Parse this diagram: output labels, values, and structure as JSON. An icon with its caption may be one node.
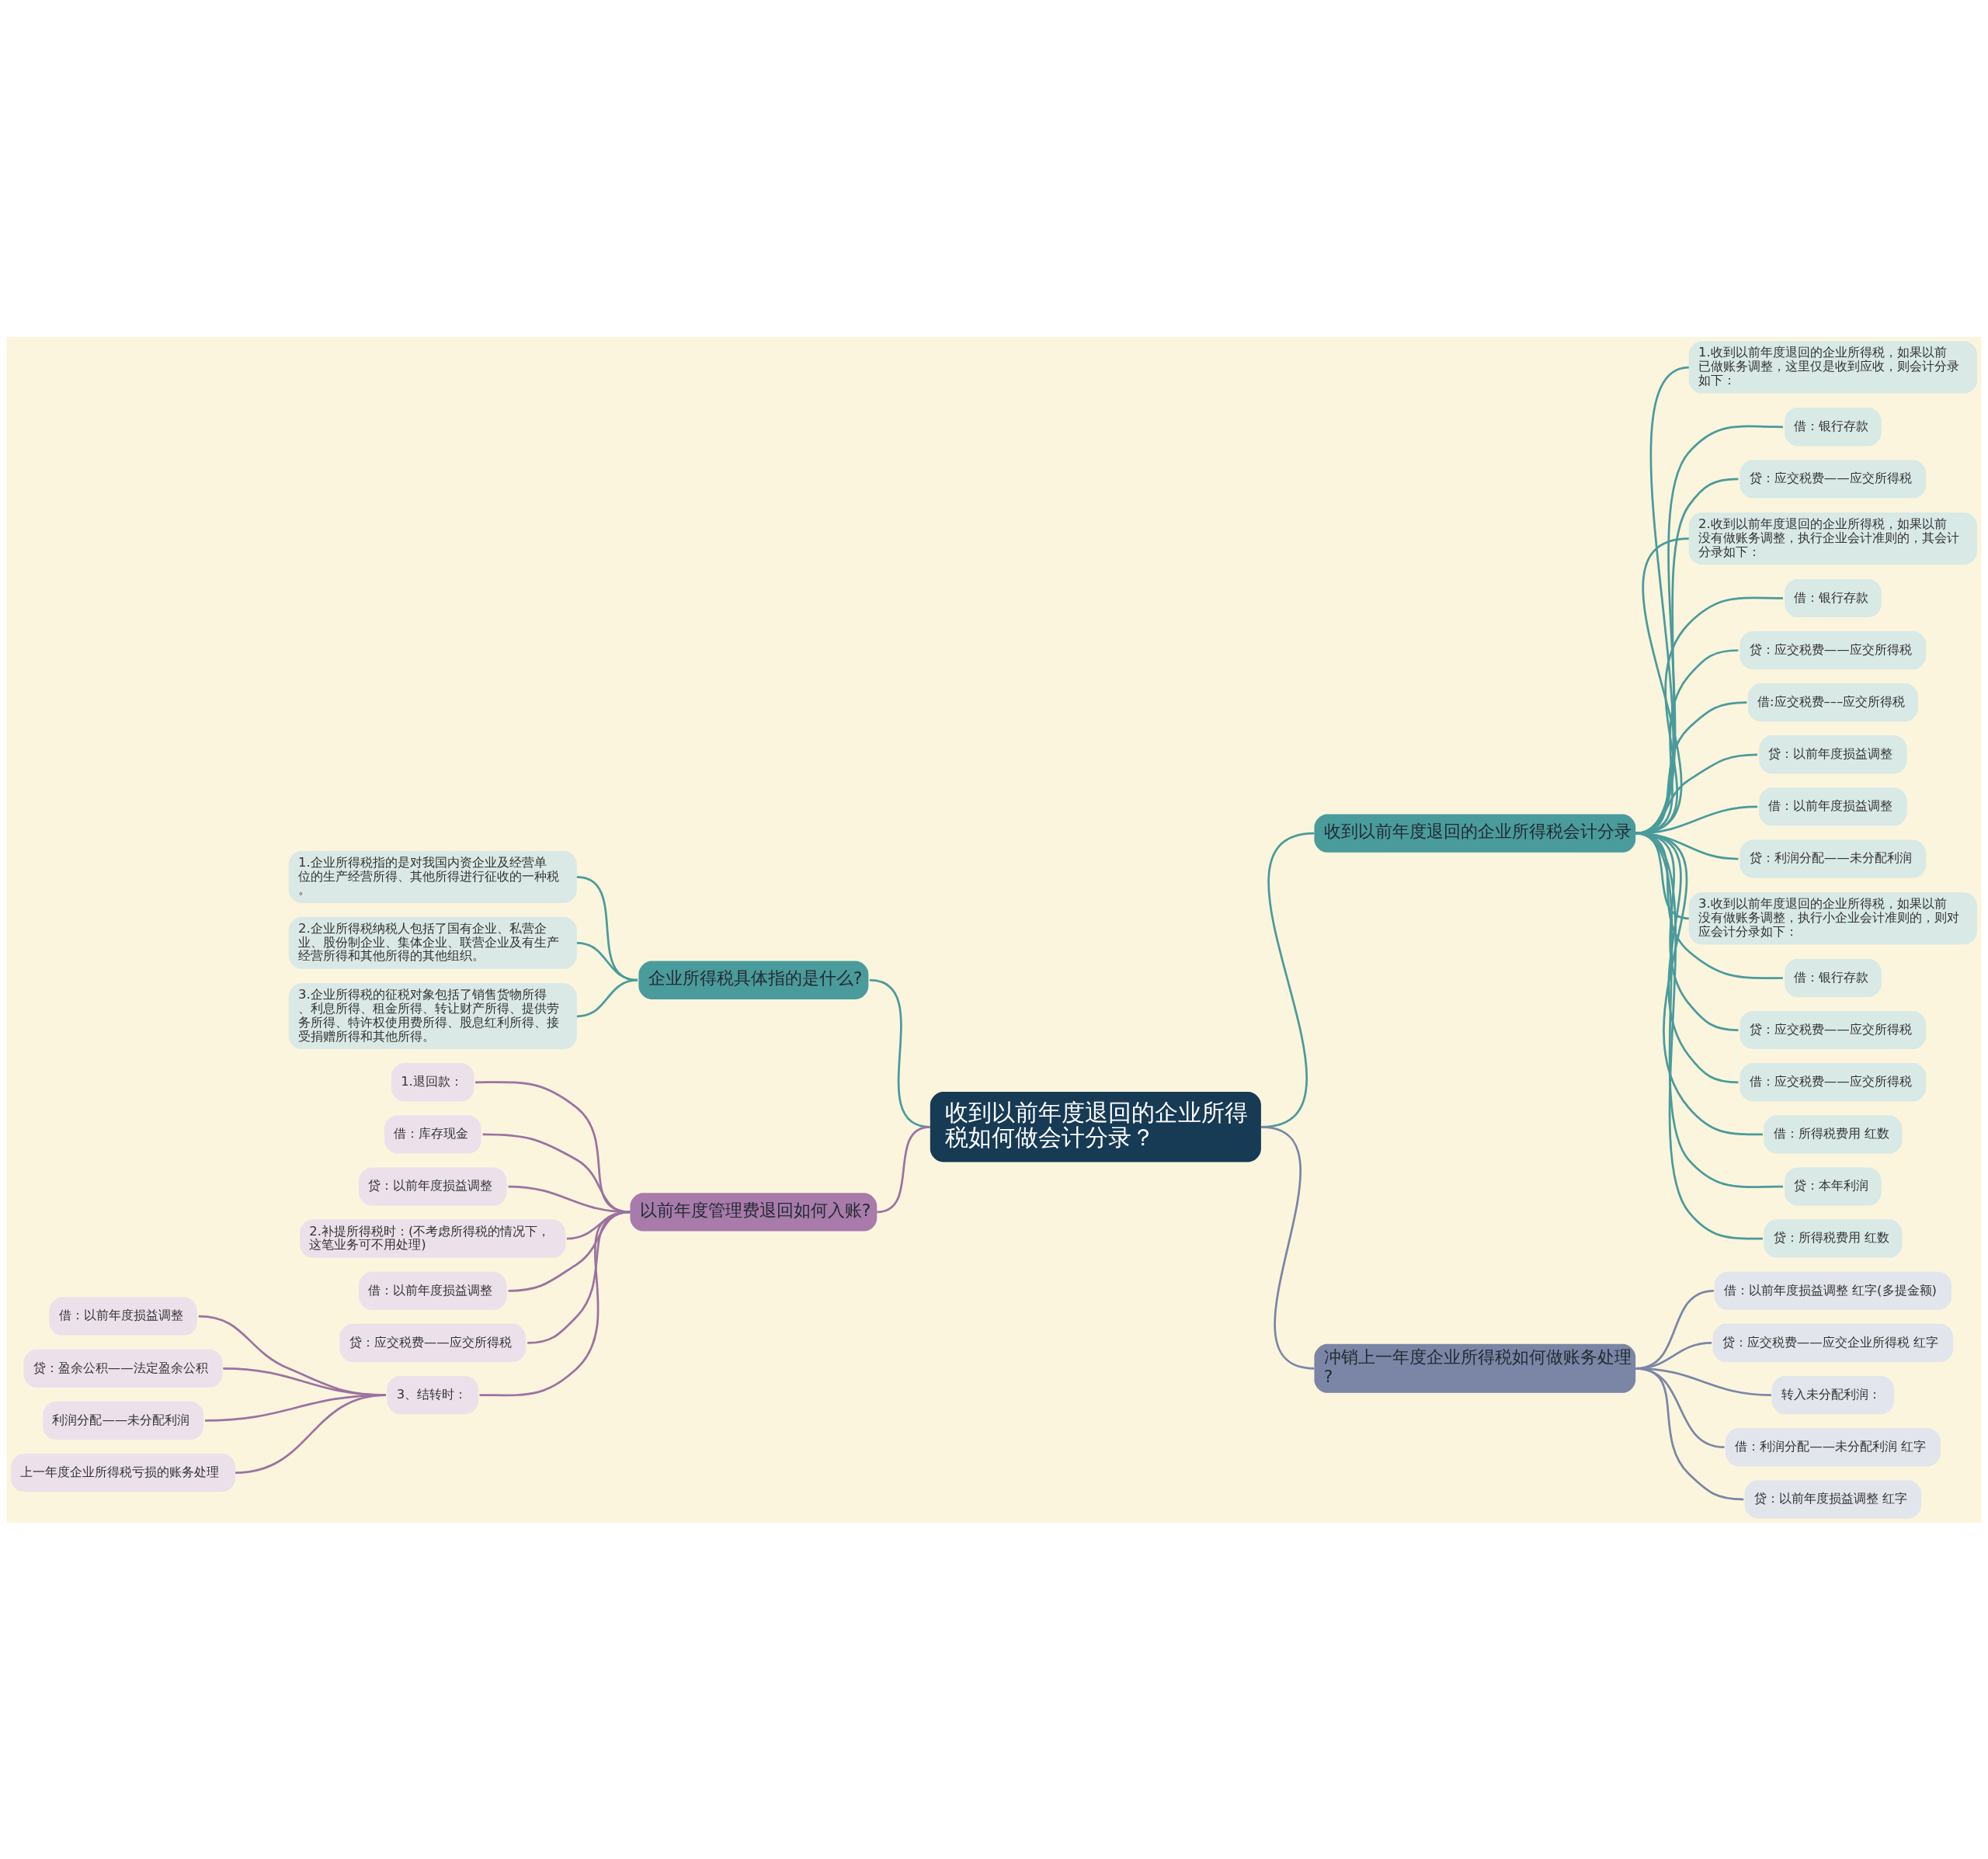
{
  "diagram": {
    "nodes": [
      {
        "text": [
          "收到以前年度退回的企业所得税如何做会计分录？"
        ]
      },
      {
        "text": [
          "企业所得税具体指的是什么?"
        ]
      },
      {
        "text": [
          "1.企业所得税指的是对我国内资企业及经营单位的生产经营所得、其他所得进行征收的一种税。"
        ]
      },
      {
        "text": [
          "2.企业所得税纳税人包括了国有企业、私营企业、股份制企业、集体企业、联营企业及有生产经营所得和其他所得的其他组织。"
        ]
      },
      {
        "text": [
          "3.企业所得税的征税对象包括了销售货物所得、利息所得、租金所得、转让财产所得、提供劳务所得、特许权使用费所得、股息红利所得、接受捐赠所得和其他所得。"
        ]
      },
      {
        "text": [
          "以前年度管理费退回如何入账?"
        ]
      },
      {
        "text": [
          "1.退回款："
        ]
      },
      {
        "text": [
          "借：库存现金"
        ]
      },
      {
        "text": [
          "贷：以前年度损益调整"
        ]
      },
      {
        "text": [
          "2.补提所得税时：(不考虑所得税的情况下，这笔业务可不用处理)"
        ]
      },
      {
        "text": [
          "借：以前年度损益调整"
        ]
      },
      {
        "text": [
          "贷：应交税费——应交所得税"
        ]
      },
      {
        "text": [
          "3、结转时："
        ]
      },
      {
        "text": [
          "借：以前年度损益调整"
        ]
      },
      {
        "text": [
          "贷：盈余公积——法定盈余公积"
        ]
      },
      {
        "text": [
          "利润分配——未分配利润"
        ]
      },
      {
        "text": [
          "上一年度企业所得税亏损的账务处理"
        ]
      },
      {
        "text": [
          "收到以前年度退回的企业所得税会计分录"
        ]
      },
      {
        "text": [
          "1.收到以前年度退回的企业所得税，如果以前已做账务调整，这里仅是收到应收，则会计分录如下："
        ]
      },
      {
        "text": [
          "借：银行存款"
        ]
      },
      {
        "text": [
          "贷：应交税费——应交所得税"
        ]
      },
      {
        "text": [
          "2.收到以前年度退回的企业所得税，如果以前没有做账务调整，执行企业会计准则的，其会计分录如下："
        ]
      },
      {
        "text": [
          "借：银行存款"
        ]
      },
      {
        "text": [
          "贷：应交税费——应交所得税"
        ]
      },
      {
        "text": [
          "借:应交税费–––应交所得税"
        ]
      },
      {
        "text": [
          "贷：以前年度损益调整"
        ]
      },
      {
        "text": [
          "借：以前年度损益调整"
        ]
      },
      {
        "text": [
          "贷：利润分配——未分配利润"
        ]
      },
      {
        "text": [
          "3.收到以前年度退回的企业所得税，如果以前没有做账务调整，执行小企业会计准则的，则对应会计分录如下："
        ]
      },
      {
        "text": [
          "借：银行存款"
        ]
      },
      {
        "text": [
          "贷：应交税费——应交所得税"
        ]
      },
      {
        "text": [
          "借：应交税费——应交所得税"
        ]
      },
      {
        "text": [
          "借：所得税费用 红数"
        ]
      },
      {
        "text": [
          "贷：本年利润"
        ]
      },
      {
        "text": [
          "贷：所得税费用 红数"
        ]
      },
      {
        "text": [
          "冲销上一年度企业所得税如何做账务处理?"
        ]
      },
      {
        "text": [
          "借：以前年度损益调整 红字(多提金额)"
        ]
      },
      {
        "text": [
          "贷：应交税费——应交企业所得税 红字"
        ]
      },
      {
        "text": [
          "转入未分配利润："
        ]
      },
      {
        "text": [
          "借：利润分配——未分配利润 红字"
        ]
      },
      {
        "text": [
          "贷：以前年度损益调整 红字"
        ]
      }
    ],
    "edges": [
      {
        "from": 0,
        "to": 1,
        "arrow": "none"
      },
      {
        "from": 1,
        "to": 2,
        "arrow": "none"
      },
      {
        "from": 1,
        "to": 3,
        "arrow": "none"
      },
      {
        "from": 1,
        "to": 4,
        "arrow": "none"
      },
      {
        "from": 0,
        "to": 5,
        "arrow": "none",
        "color": "#9c72a0"
      },
      {
        "from": 5,
        "to": 6,
        "arrow": "none",
        "color": "#9c72a0"
      },
      {
        "from": 5,
        "to": 7,
        "arrow": "none",
        "color": "#9c72a0"
      },
      {
        "from": 5,
        "to": 8,
        "arrow": "none",
        "color": "#9c72a0"
      },
      {
        "from": 5,
        "to": 9,
        "arrow": "none",
        "color": "#9c72a0"
      },
      {
        "from": 5,
        "to": 10,
        "arrow": "none",
        "color": "#9c72a0"
      },
      {
        "from": 5,
        "to": 11,
        "arrow": "none",
        "color": "#9c72a0"
      },
      {
        "from": 5,
        "to": 12,
        "arrow": "none",
        "color": "#9c72a0"
      },
      {
        "from": 12,
        "to": 13,
        "arrow": "none",
        "color": "#9c72a0"
      },
      {
        "from": 12,
        "to": 14,
        "arrow": "none",
        "color": "#9c72a0"
      },
      {
        "from": 12,
        "to": 15,
        "arrow": "none",
        "color": "#9c72a0"
      },
      {
        "from": 12,
        "to": 16,
        "arrow": "none",
        "color": "#9c72a0"
      },
      {
        "from": 0,
        "to": 17,
        "arrow": "none"
      },
      {
        "from": 17,
        "to": 18,
        "arrow": "none"
      },
      {
        "from": 17,
        "to": 19,
        "arrow": "none"
      },
      {
        "from": 17,
        "to": 20,
        "arrow": "none"
      },
      {
        "from": 17,
        "to": 21,
        "arrow": "none"
      },
      {
        "from": 17,
        "to": 22,
        "arrow": "none"
      },
      {
        "from": 17,
        "to": 23,
        "arrow": "none"
      },
      {
        "from": 17,
        "to": 24,
        "arrow": "none"
      },
      {
        "from": 17,
        "to": 25,
        "arrow": "none"
      },
      {
        "from": 17,
        "to": 26,
        "arrow": "none"
      },
      {
        "from": 17,
        "to": 27,
        "arrow": "none"
      },
      {
        "from": 17,
        "to": 28,
        "arrow": "none"
      },
      {
        "from": 17,
        "to": 29,
        "arrow": "none"
      },
      {
        "from": 17,
        "to": 30,
        "arrow": "none"
      },
      {
        "from": 17,
        "to": 31,
        "arrow": "none"
      },
      {
        "from": 17,
        "to": 32,
        "arrow": "none"
      },
      {
        "from": 17,
        "to": 33,
        "arrow": "none"
      },
      {
        "from": 17,
        "to": 34,
        "arrow": "none"
      },
      {
        "from": 0,
        "to": 35,
        "arrow": "none",
        "color": "#7b86a6"
      },
      {
        "from": 35,
        "to": 36,
        "arrow": "none",
        "color": "#7b86a6"
      },
      {
        "from": 35,
        "to": 37,
        "arrow": "none",
        "color": "#7b86a6"
      },
      {
        "from": 35,
        "to": 38,
        "arrow": "none",
        "color": "#7b86a6"
      },
      {
        "from": 35,
        "to": 39,
        "arrow": "none",
        "color": "#7b86a6"
      },
      {
        "from": 35,
        "to": 40,
        "arrow": "none",
        "color": "#7b86a6"
      }
    ]
  }
}
